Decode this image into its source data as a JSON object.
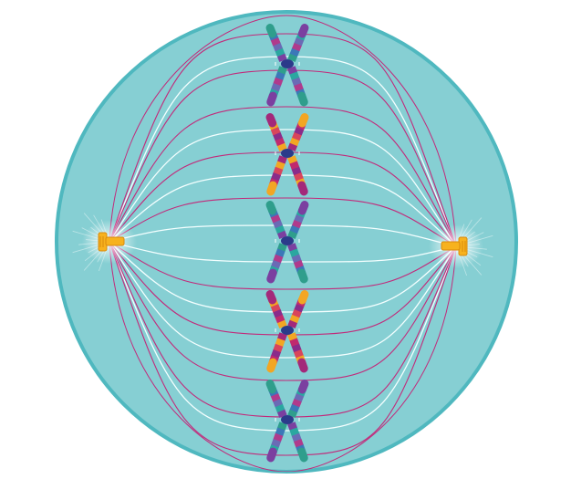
{
  "diagram": {
    "colors": {
      "background": "#ffffff",
      "cell_fill": "#86cfd3",
      "cell_rim": "#4fb8bf",
      "spindle_magenta": "#c2297a",
      "spindle_white": "#f4ffff",
      "centriole": "#f7b21e",
      "centriole_dark": "#d98a0c",
      "aster_glow": "#e9fbfb",
      "centromere": "#2b3b8a"
    },
    "chromosome_palettes": [
      {
        "name": "blue-teal",
        "bands": [
          "#7b3fa0",
          "#2aa7a0",
          "#6a6bb5",
          "#b03a8c",
          "#3b78b8",
          "#2f9e8c"
        ]
      },
      {
        "name": "magenta-gold",
        "bands": [
          "#f2a623",
          "#c02a6e",
          "#8a2c8a",
          "#d8455c",
          "#f2a623",
          "#a3297a"
        ]
      }
    ],
    "chromosomes": [
      {
        "palette": "blue-teal"
      },
      {
        "palette": "magenta-gold"
      },
      {
        "palette": "blue-teal"
      },
      {
        "palette": "magenta-gold"
      },
      {
        "palette": "blue-teal"
      }
    ],
    "spindle_fibers": {
      "magenta_count": 10,
      "white_count": 8
    }
  }
}
